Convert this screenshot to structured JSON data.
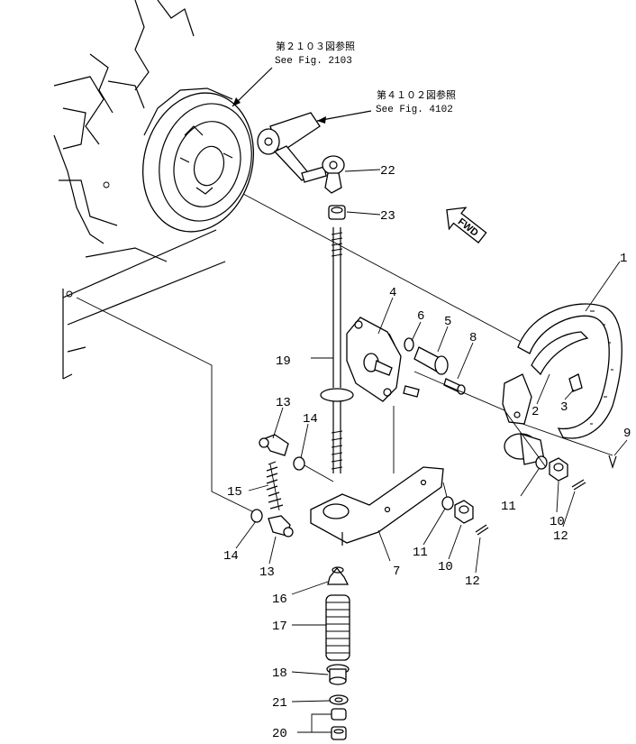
{
  "references": [
    {
      "jp": "第２１０３図参照",
      "en": "See Fig. 2103"
    },
    {
      "jp": "第４１０２図参照",
      "en": "See Fig. 4102"
    }
  ],
  "direction_label": "FWD",
  "callouts": {
    "c1": "1",
    "c2": "2",
    "c3": "3",
    "c4": "4",
    "c5": "5",
    "c6": "6",
    "c7": "7",
    "c8": "8",
    "c9": "9",
    "c10a": "10",
    "c10b": "10",
    "c11a": "11",
    "c11b": "11",
    "c12a": "12",
    "c12b": "12",
    "c13a": "13",
    "c13b": "13",
    "c14a": "14",
    "c14b": "14",
    "c15": "15",
    "c16": "16",
    "c17": "17",
    "c18": "18",
    "c19": "19",
    "c20": "20",
    "c21": "21",
    "c22": "22",
    "c23": "23"
  }
}
